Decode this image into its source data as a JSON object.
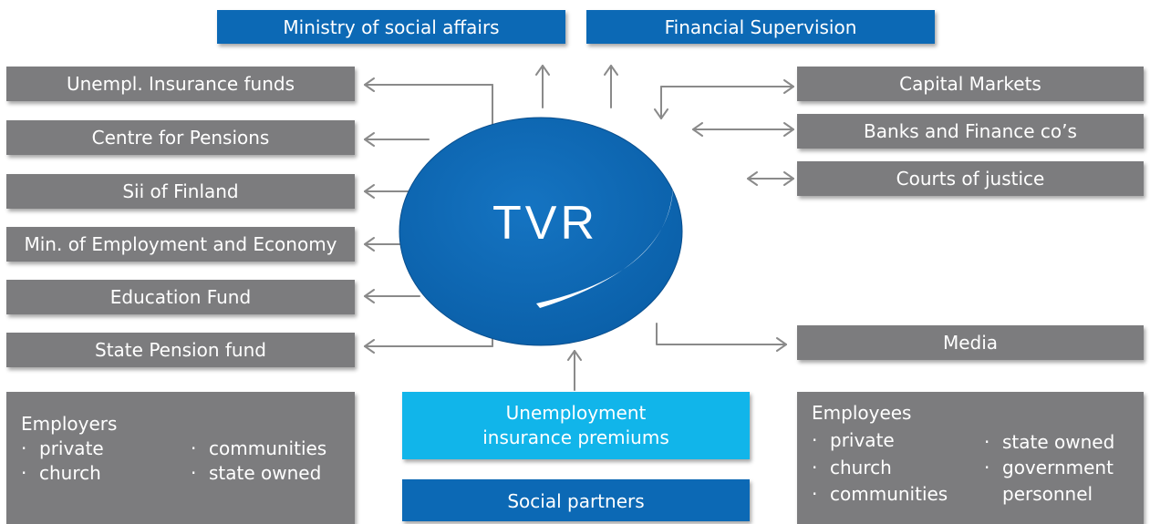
{
  "colors": {
    "gray_box": "#7c7c7e",
    "dark_blue": "#0c69b5",
    "light_blue": "#11b5ea",
    "ellipse": "#0c69b5",
    "arrow": "#8a8a8a"
  },
  "center": {
    "label": "TVR"
  },
  "top_boxes": {
    "ministry": "Ministry of social affairs",
    "finance": "Financial Supervision"
  },
  "left_boxes": [
    "Unempl. Insurance funds",
    "Centre for Pensions",
    "Sii of Finland",
    "Min. of Employment and Economy",
    "Education Fund",
    "State Pension fund"
  ],
  "right_boxes": [
    "Capital Markets",
    "Banks and Finance co’s",
    "Courts of justice",
    "Media"
  ],
  "premiums": {
    "line1": "Unemployment",
    "line2": "insurance premiums"
  },
  "social_partners": "Social partners",
  "employers": {
    "title": "Employers",
    "bullet": "·",
    "col1": [
      "private",
      "church"
    ],
    "col2": [
      "communities",
      "state owned"
    ]
  },
  "employees": {
    "title": "Employees",
    "bullet": "·",
    "col1": [
      "private",
      "church",
      "communities"
    ],
    "col2": [
      "state owned",
      "government",
      "personnel"
    ]
  }
}
